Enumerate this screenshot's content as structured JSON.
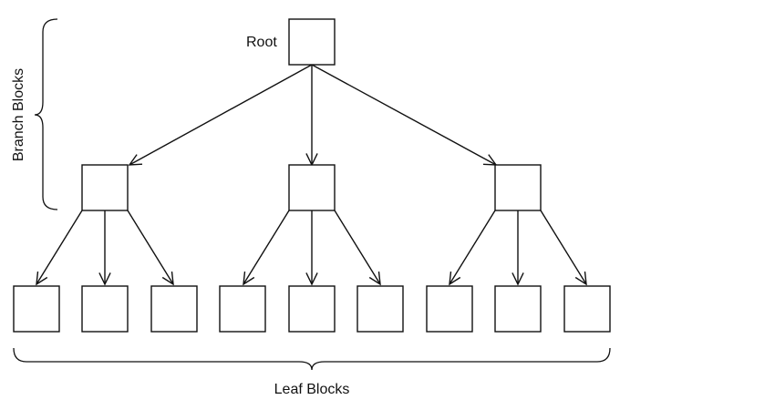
{
  "diagram": {
    "root_label": "Root",
    "branch_label": "Branch Blocks",
    "leaf_label": "Leaf Blocks",
    "line_color": "#111111",
    "background": "#ffffff"
  },
  "tree": {
    "root": "root",
    "branches": [
      "branch-1",
      "branch-2",
      "branch-3"
    ],
    "leaves_per_branch": 3,
    "edges": [
      [
        "root",
        "branch-1"
      ],
      [
        "root",
        "branch-2"
      ],
      [
        "root",
        "branch-3"
      ],
      [
        "branch-1",
        "leaf-1"
      ],
      [
        "branch-1",
        "leaf-2"
      ],
      [
        "branch-1",
        "leaf-3"
      ],
      [
        "branch-2",
        "leaf-4"
      ],
      [
        "branch-2",
        "leaf-5"
      ],
      [
        "branch-2",
        "leaf-6"
      ],
      [
        "branch-3",
        "leaf-7"
      ],
      [
        "branch-3",
        "leaf-8"
      ],
      [
        "branch-3",
        "leaf-9"
      ]
    ]
  }
}
